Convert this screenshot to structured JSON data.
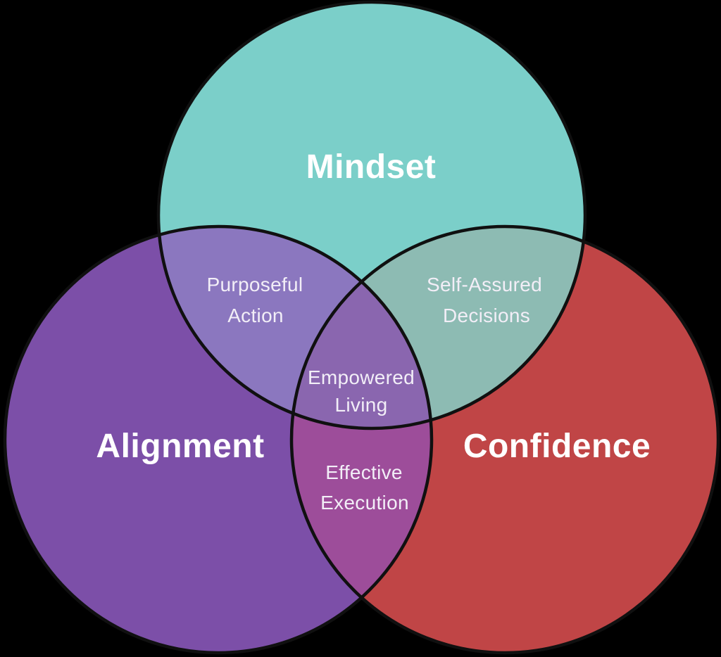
{
  "background_color": "#000000",
  "diagram": {
    "type": "venn-3-circle",
    "outline_color": "#101010",
    "heading_text_color": "#FFFFFF",
    "region_text_color": "#F2EEF7",
    "circles": [
      {
        "id": "mindset",
        "label": "Mindset",
        "color": "#7BCFC9"
      },
      {
        "id": "alignment",
        "label": "Alignment",
        "color": "#7C4FA8"
      },
      {
        "id": "confidence",
        "label": "Confidence",
        "color": "#C04546"
      }
    ],
    "intersections": [
      {
        "of": [
          "Mindset",
          "Alignment"
        ],
        "line1": "Purposeful",
        "line2": "Action",
        "color": "#8B77BF"
      },
      {
        "of": [
          "Mindset",
          "Confidence"
        ],
        "line1": "Self-Assured",
        "line2": "Decisions",
        "color": "#8DBBB3"
      },
      {
        "of": [
          "Alignment",
          "Confidence"
        ],
        "line1": "Effective",
        "line2": "Execution",
        "color": "#9D4D9A"
      },
      {
        "of": [
          "Mindset",
          "Alignment",
          "Confidence"
        ],
        "line1": "Empowered",
        "line2": "Living",
        "color": "#8A66AF"
      }
    ]
  }
}
